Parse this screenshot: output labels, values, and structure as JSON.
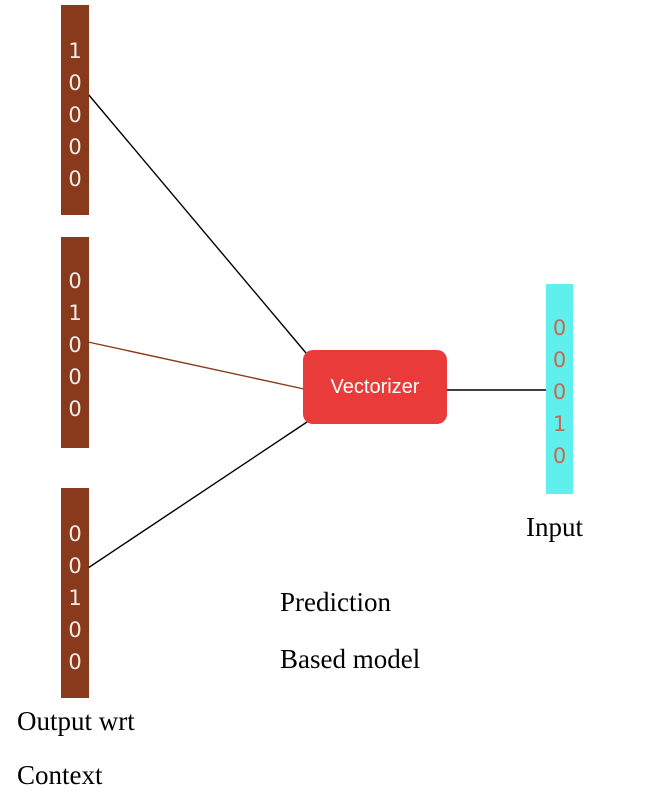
{
  "vectorizer_label": "Vectorizer",
  "output_vectors": [
    {
      "digits": [
        "1",
        "0",
        "0",
        "0",
        "0"
      ]
    },
    {
      "digits": [
        "0",
        "1",
        "0",
        "0",
        "0"
      ]
    },
    {
      "digits": [
        "0",
        "0",
        "1",
        "0",
        "0"
      ]
    }
  ],
  "input_vector": {
    "digits": [
      "0",
      "0",
      "0",
      "1",
      "0"
    ]
  },
  "labels": {
    "input": "Input",
    "prediction_line1": "Prediction",
    "prediction_line2": "Based model",
    "output_line1": "Output wrt",
    "output_line2": "Context"
  },
  "colors": {
    "output_vector": "#8a3a1c",
    "input_vector": "#5ff0ee",
    "vectorizer": "#e93b3a",
    "link_brown": "#8a3a1c"
  }
}
